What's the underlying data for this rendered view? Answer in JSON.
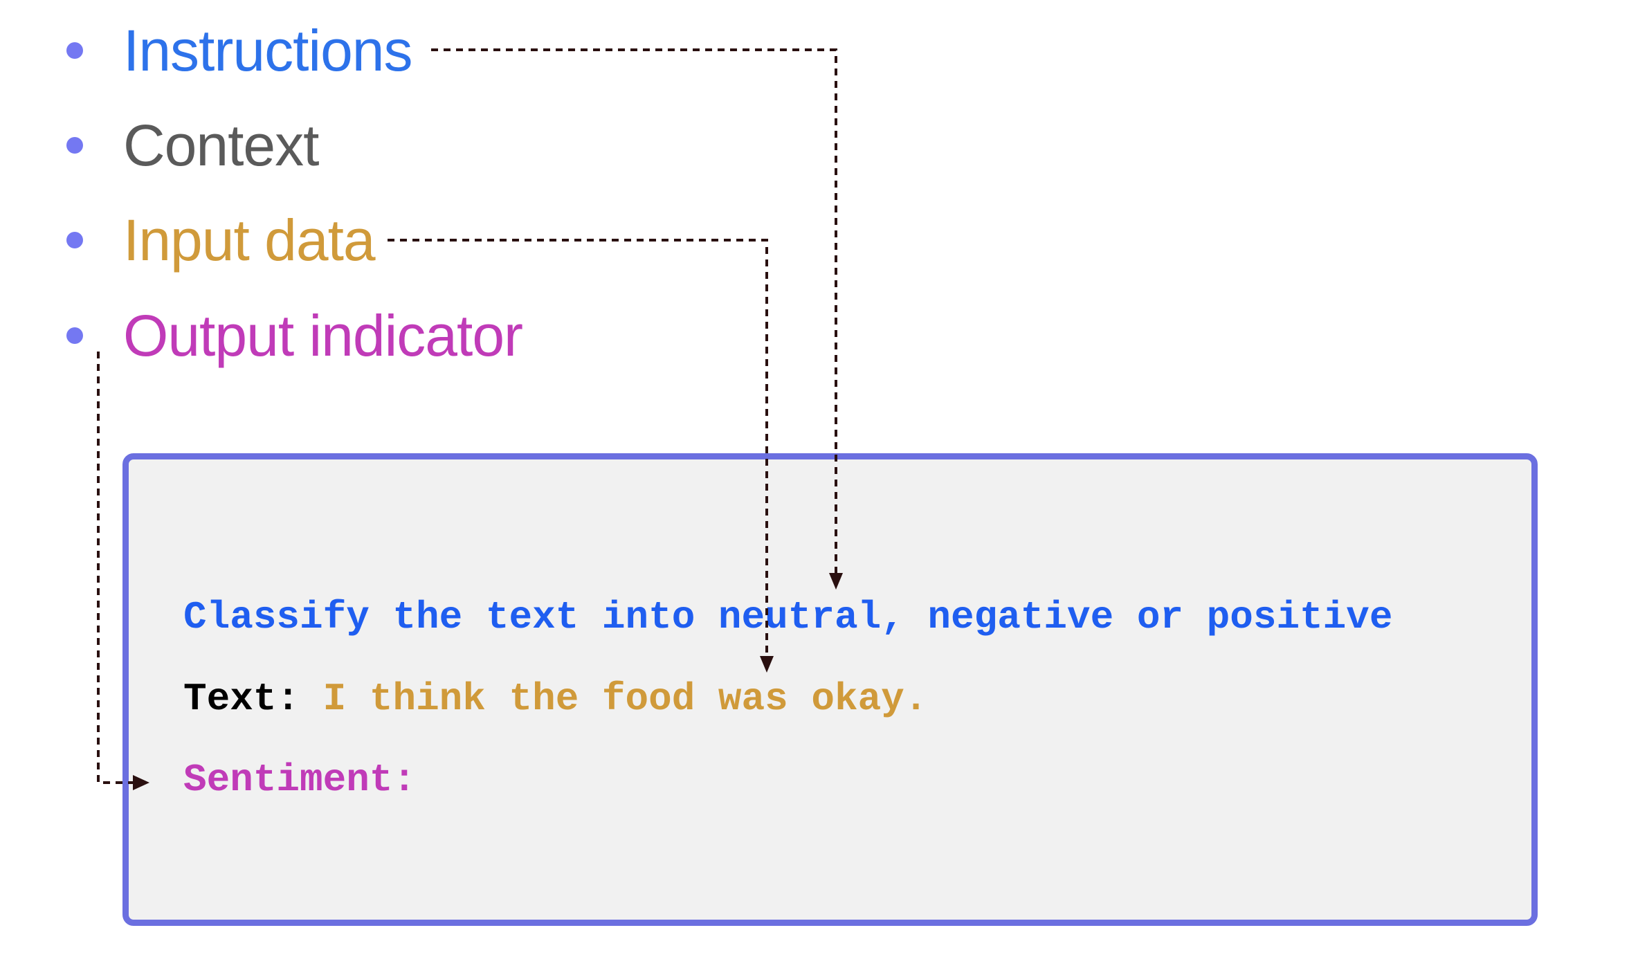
{
  "components": [
    {
      "label": "Instructions",
      "color": "#2d72ea"
    },
    {
      "label": "Context",
      "color": "#5a5a5a"
    },
    {
      "label": "Input data",
      "color": "#d09a3a"
    },
    {
      "label": "Output indicator",
      "color": "#c03bb8"
    }
  ],
  "prompt": {
    "instruction": "Classify the text into neutral, negative or positive",
    "text_label": "Text:",
    "text_value": "I think the food was okay.",
    "output_label": "Sentiment:"
  },
  "colors": {
    "bullet": "#7478f2",
    "box_border": "#6b6fe0",
    "box_background": "#f1f1f1",
    "instruction_text": "#1f5ef0",
    "arrow": "#2a1010"
  }
}
